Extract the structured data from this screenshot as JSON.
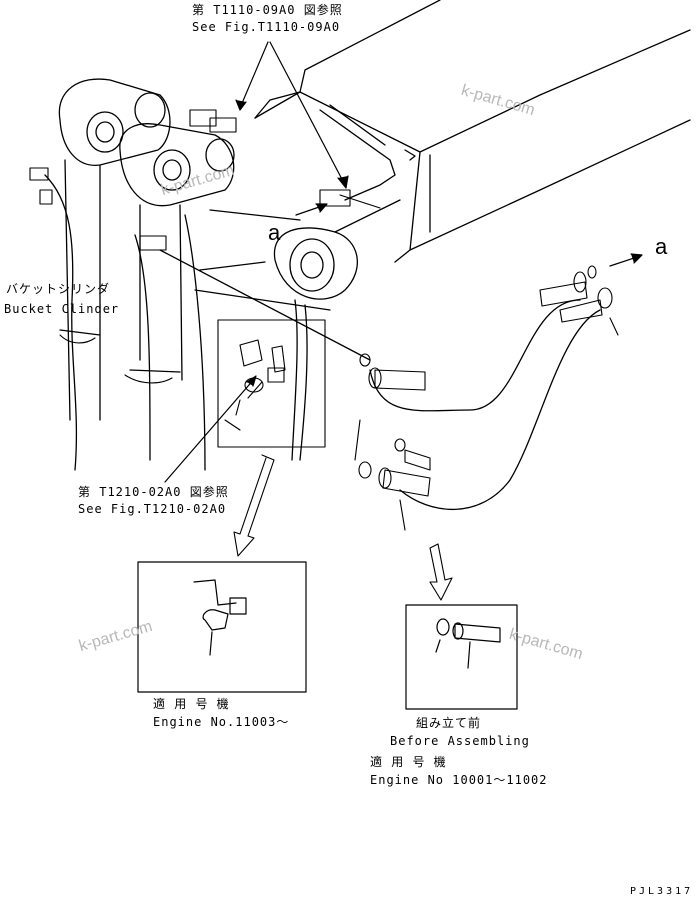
{
  "callouts": {
    "ref_top_jp": "第 T1110-09A0 図参照",
    "ref_top_en": "See Fig.T1110-09A0",
    "ref_mid_jp": "第 T1210-02A0 図参照",
    "ref_mid_en": "See Fig.T1210-02A0",
    "bucket_jp": "バケットシリンダ",
    "bucket_en": "Bucket Clinder",
    "arrow_a_upper": "a",
    "arrow_a_right": "a"
  },
  "detail_left": {
    "applicable_jp": "適 用 号 機",
    "engine": "Engine No.11003～"
  },
  "detail_right": {
    "assemble_jp": "組み立て前",
    "assemble_en": "Before Assembling",
    "applicable_jp": "適 用 号 機",
    "engine": "Engine No 10001～11002"
  },
  "footer": {
    "code": "PJL3317"
  },
  "watermarks": [
    "k-part.com",
    "k-part.com",
    "k-part.com",
    "k-part.com"
  ]
}
